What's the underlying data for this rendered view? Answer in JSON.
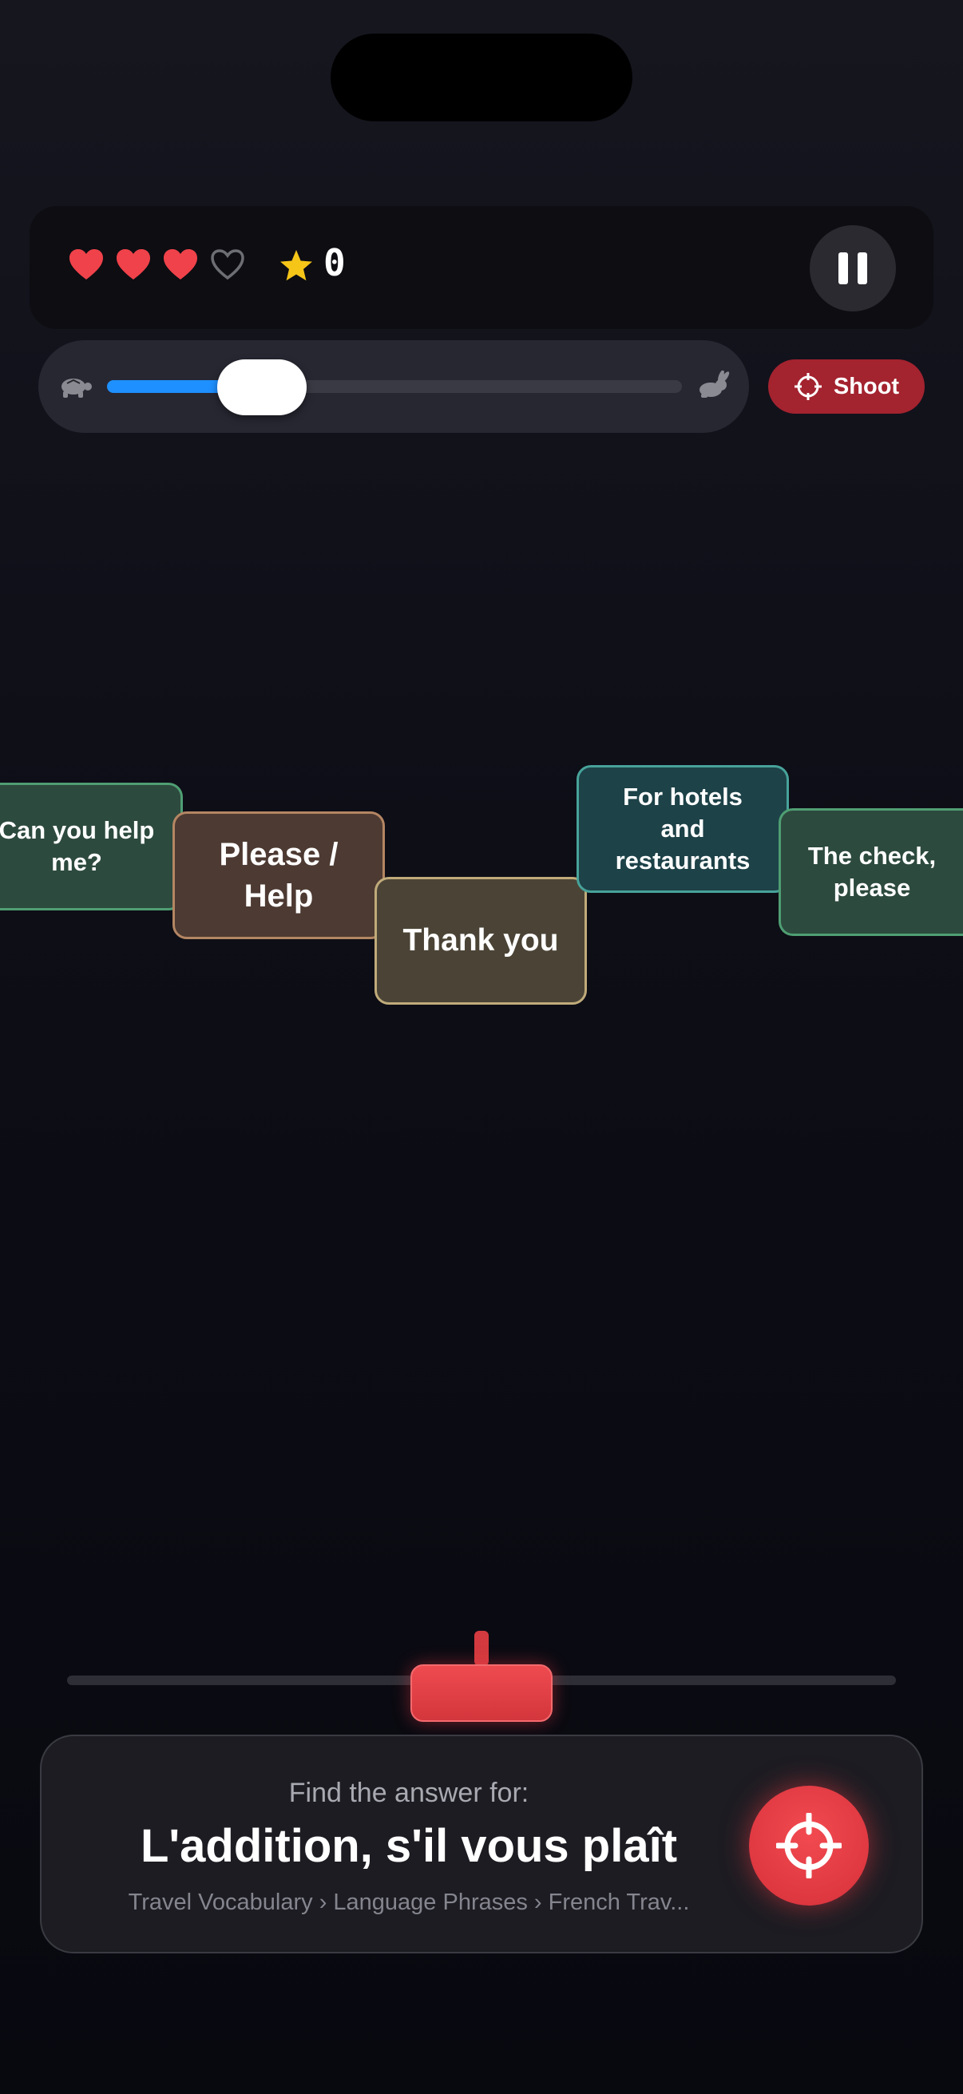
{
  "hud": {
    "lives_total": 4,
    "lives_remaining": 3,
    "hearts": [
      "heart-full-icon",
      "heart-full-icon",
      "heart-full-icon",
      "heart-empty-icon"
    ],
    "score_icon": "star-icon",
    "score": "0",
    "pause_icon": "pause-icon"
  },
  "speed": {
    "slow_icon": "turtle-icon",
    "fast_icon": "rabbit-icon",
    "level": 0.27,
    "shoot_label": "Shoot",
    "shoot_icon": "crosshair-icon"
  },
  "cards": [
    {
      "text": "Can you help me?"
    },
    {
      "text": "Please / Help"
    },
    {
      "text": "Thank you"
    },
    {
      "text": "For hotels and restaurants"
    },
    {
      "text": "The check, please"
    }
  ],
  "prompt": {
    "label": "Find the answer for:",
    "word": "L'addition, s'il vous plaît",
    "breadcrumb": "Travel Vocabulary › Language Phrases › French Trav...",
    "fire_icon": "crosshair-icon"
  },
  "colors": {
    "accent_blue": "#1e90ff",
    "accent_red": "#e23c44",
    "heart_red": "#f0424a",
    "star_yellow": "#f5c518"
  }
}
